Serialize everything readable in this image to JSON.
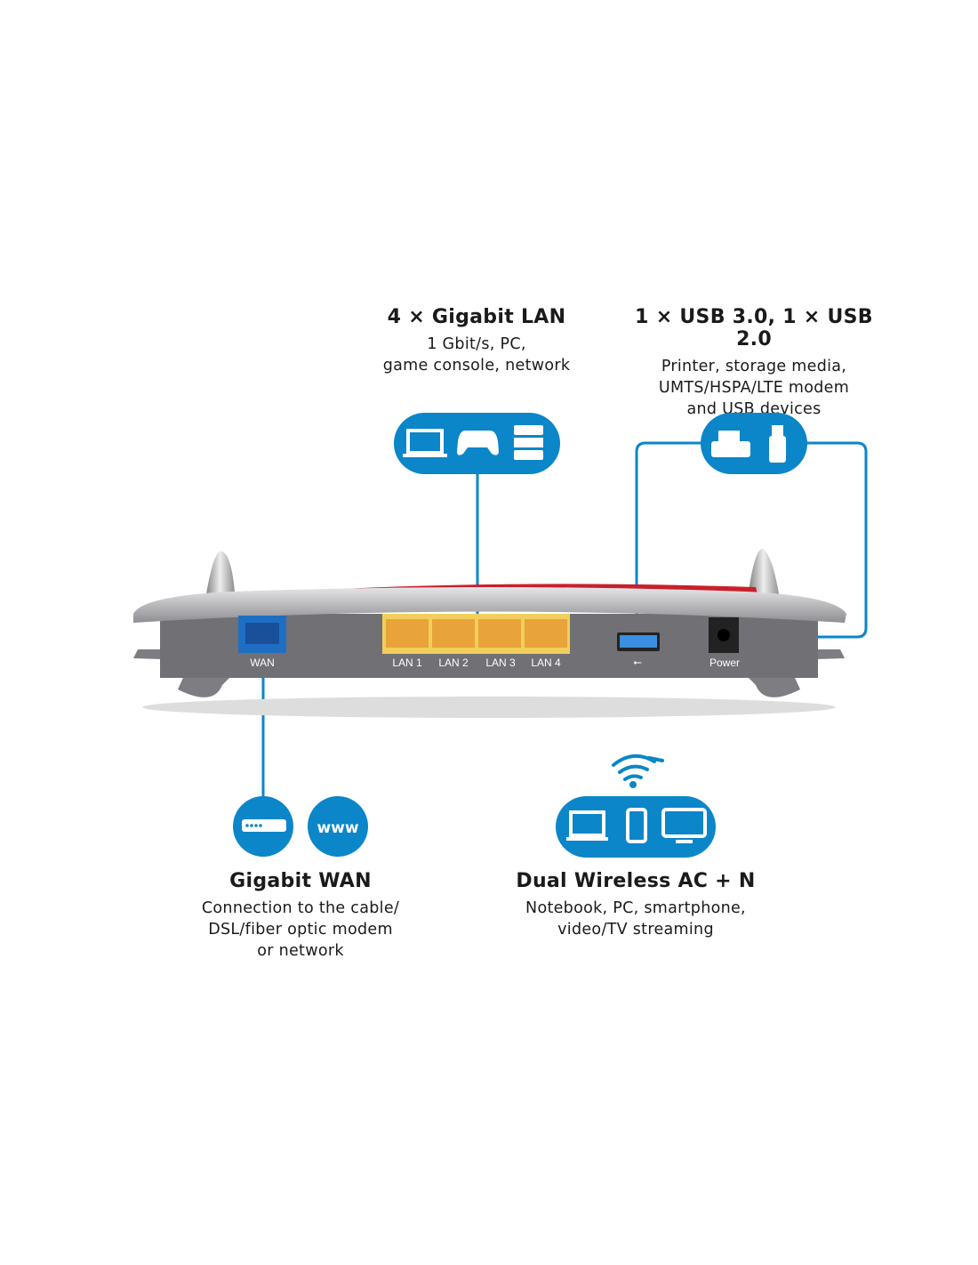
{
  "lan": {
    "title": "4 × Gigabit LAN",
    "desc": [
      "1 Gbit/s, PC,",
      "game console, network"
    ]
  },
  "usb": {
    "title": "1 × USB 3.0, 1 × USB 2.0",
    "desc": [
      "Printer, storage media,",
      "UMTS/HSPA/LTE modem",
      "and USB devices"
    ]
  },
  "wan": {
    "title": "Gigabit WAN",
    "desc": [
      "Connection to the cable/",
      "DSL/fiber optic modem",
      "or network"
    ],
    "www": "www"
  },
  "wireless": {
    "title": "Dual Wireless AC + N",
    "desc": [
      "Notebook, PC, smartphone,",
      "video/TV streaming"
    ]
  },
  "ports": {
    "wan": "WAN",
    "lan1": "LAN 1",
    "lan2": "LAN 2",
    "lan3": "LAN 3",
    "lan4": "LAN 4",
    "power": "Power"
  },
  "colors": {
    "accent": "#0a86c9",
    "lan_port": "#e8a33a",
    "wan_port": "#1e6fc4",
    "router_red": "#c8202a"
  }
}
